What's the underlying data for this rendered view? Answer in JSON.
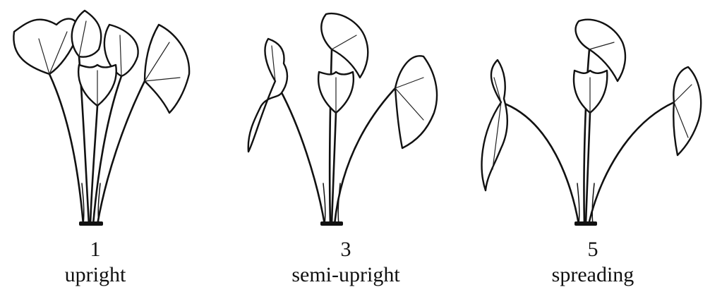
{
  "figure": {
    "plants": [
      {
        "code": "1",
        "label": "upright",
        "habit": "upright"
      },
      {
        "code": "3",
        "label": "semi-upright",
        "habit": "semi-upright"
      },
      {
        "code": "5",
        "label": "spreading",
        "habit": "spreading"
      }
    ]
  },
  "colors": {
    "ink": "#111111",
    "background": "#ffffff"
  }
}
